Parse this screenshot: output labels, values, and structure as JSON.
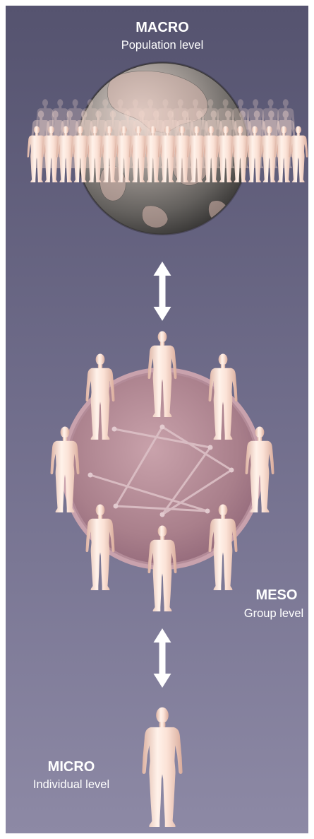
{
  "levels": {
    "macro": {
      "title": "MACRO",
      "subtitle": "Population level"
    },
    "meso": {
      "title": "MESO",
      "subtitle": "Group level"
    },
    "micro": {
      "title": "MICRO",
      "subtitle": "Individual level"
    }
  },
  "colors": {
    "background_top": "#55536f",
    "background_bottom": "#8c88a4",
    "figure_fill": "#f6d4c6",
    "figure_light": "#fff2ea",
    "globe_base": "#6e6c68",
    "meso_circle": "#c49aa5",
    "arrow": "#ffffff"
  },
  "icons": {
    "arrow": "double-headed-arrow-icon",
    "figure": "human-figure-icon",
    "globe": "globe-icon"
  }
}
